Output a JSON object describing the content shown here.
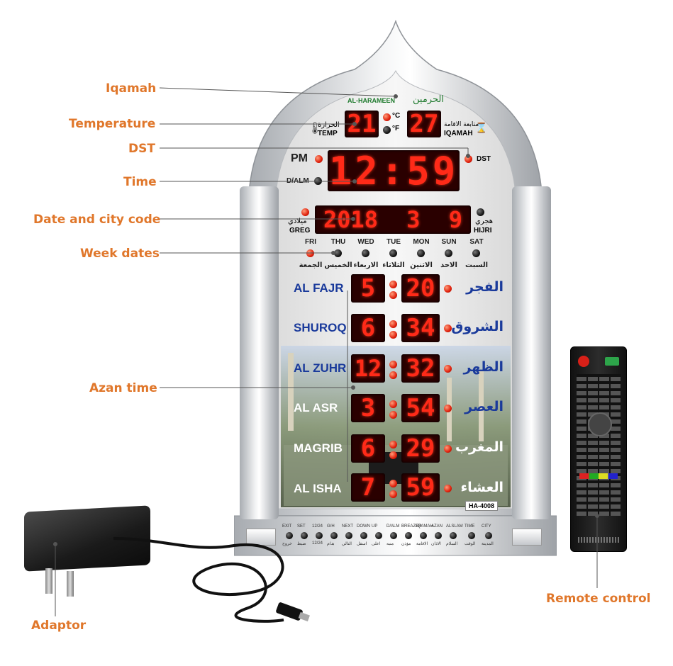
{
  "callouts": {
    "iqamah": "Iqamah",
    "temperature": "Temperature",
    "dst": "DST",
    "time": "Time",
    "date_city": "Date and city code",
    "week_dates": "Week dates",
    "azan_time": "Azan time",
    "remote": "Remote control",
    "adaptor": "Adaptor"
  },
  "clock": {
    "brand_en": "AL-HARAMEEN",
    "brand_ar": "الحرمين",
    "temp_value": "21",
    "iqamah_value": "27",
    "temp_label_ar": "الحرارة",
    "temp_label_en": "TEMP",
    "iqamah_label_ar": "متابعة الاقامة",
    "iqamah_label_en": "IQAMAH",
    "celsius": "°C",
    "fahrenheit": "°F",
    "pm": "PM",
    "dst": "DST",
    "alarm": "D/ALM",
    "time_value": "12:59",
    "date_value": "2018",
    "city_a": "3",
    "city_b": "9",
    "greg_ar": "ميلادي",
    "greg_en": "GREG",
    "hijri_ar": "هجري",
    "hijri_en": "HIJRI",
    "model": "HA-4008"
  },
  "week": [
    {
      "en": "FRI",
      "ar": "الجمعة"
    },
    {
      "en": "THU",
      "ar": "الخميس"
    },
    {
      "en": "WED",
      "ar": "الاربعاء"
    },
    {
      "en": "TUE",
      "ar": "الثلاثاء"
    },
    {
      "en": "MON",
      "ar": "الاثنين"
    },
    {
      "en": "SUN",
      "ar": "الاحد"
    },
    {
      "en": "SAT",
      "ar": "السبت"
    }
  ],
  "prayers": [
    {
      "en": "AL FAJR",
      "ar": "الفجر",
      "h": "5",
      "m": "20"
    },
    {
      "en": "SHUROQ",
      "ar": "الشروق",
      "h": "6",
      "m": "34"
    },
    {
      "en": "AL ZUHR",
      "ar": "الظهر",
      "h": "12",
      "m": "32"
    },
    {
      "en": "AL ASR",
      "ar": "العصر",
      "h": "3",
      "m": "54"
    },
    {
      "en": "MAGRIB",
      "ar": "المغرب",
      "h": "6",
      "m": "29"
    },
    {
      "en": "AL ISHA",
      "ar": "العشاء",
      "h": "7",
      "m": "59"
    }
  ],
  "base_buttons": [
    {
      "en": "EXIT",
      "ar": "خروج"
    },
    {
      "en": "SET",
      "ar": "ضبط"
    },
    {
      "en": "12/24",
      "ar": "12/24"
    },
    {
      "en": "G/H",
      "ar": "هـ/م"
    },
    {
      "en": "NEXT",
      "ar": "التالي"
    },
    {
      "en": "DOWN",
      "ar": "اسفل"
    },
    {
      "en": "UP",
      "ar": "اعلى"
    },
    {
      "en": "D/ALM",
      "ar": "منبه"
    },
    {
      "en": "BREAZER",
      "ar": "مؤذن"
    },
    {
      "en": "IQAMAH",
      "ar": "الاقامة"
    },
    {
      "en": "AZAN",
      "ar": "الاذان"
    },
    {
      "en": "ALSLAM",
      "ar": "السلام"
    },
    {
      "en": "TIME",
      "ar": "الوقت"
    },
    {
      "en": "CITY",
      "ar": "المدينة"
    }
  ],
  "colors": {
    "accent": "#e0772b",
    "led": "#ff2a18",
    "prayer_text": "#1a3a9b"
  }
}
